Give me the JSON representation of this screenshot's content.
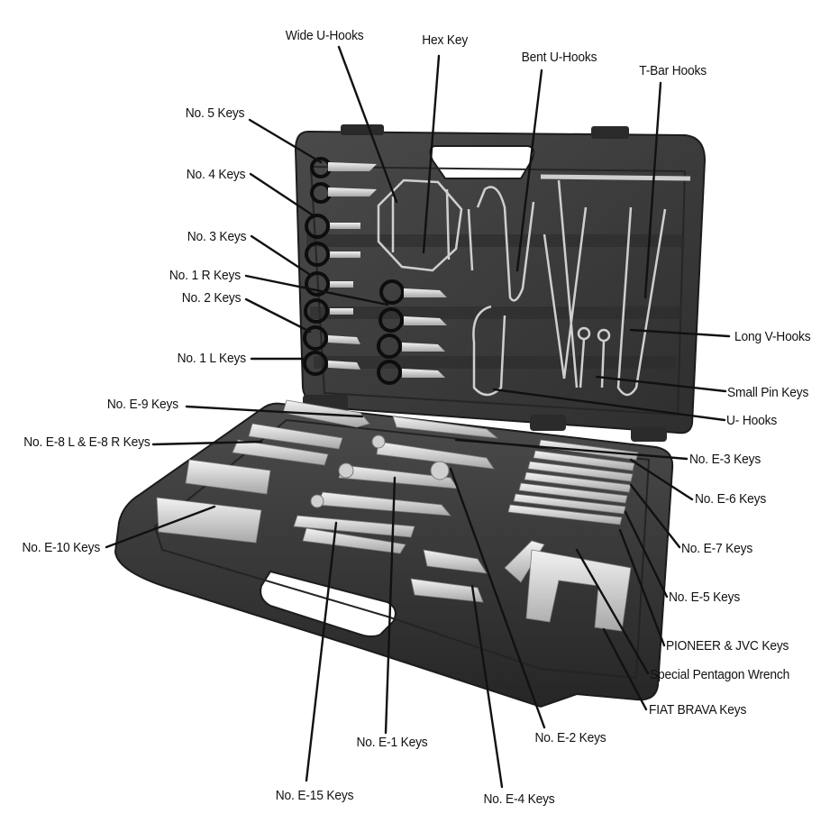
{
  "labels": {
    "wide_u_hooks": "Wide U-Hooks",
    "hex_key": "Hex Key",
    "bent_u_hooks": "Bent U-Hooks",
    "t_bar_hooks": "T-Bar Hooks",
    "no5_keys": "No. 5 Keys",
    "no4_keys": "No. 4 Keys",
    "no3_keys": "No. 3 Keys",
    "no1r_keys": "No. 1 R Keys",
    "no2_keys": "No. 2 Keys",
    "no1l_keys": "No. 1 L Keys",
    "long_v_hooks": "Long V-Hooks",
    "small_pin_keys": "Small Pin Keys",
    "u_hooks": "U- Hooks",
    "e9_keys": "No. E-9 Keys",
    "e8_keys": "No. E-8 L & E-8 R Keys",
    "e3_keys": "No. E-3 Keys",
    "e6_keys": "No. E-6 Keys",
    "e7_keys": "No. E-7 Keys",
    "e10_keys": "No. E-10 Keys",
    "e5_keys": "No. E-5 Keys",
    "pioneer_jvc_keys": "PIONEER & JVC Keys",
    "special_pentagon_wrench": "Special Pentagon Wrench",
    "fiat_brava_keys": "FIAT BRAVA Keys",
    "e1_keys": "No. E-1 Keys",
    "e2_keys": "No. E-2 Keys",
    "e15_keys": "No. E-15 Keys",
    "e4_keys": "No. E-4 Keys"
  },
  "colors": {
    "case": "#3a3a3a",
    "case_dark": "#262626",
    "case_light": "#555555",
    "metal": "#d9d9d9",
    "leader": "#111111",
    "text": "#111111"
  }
}
